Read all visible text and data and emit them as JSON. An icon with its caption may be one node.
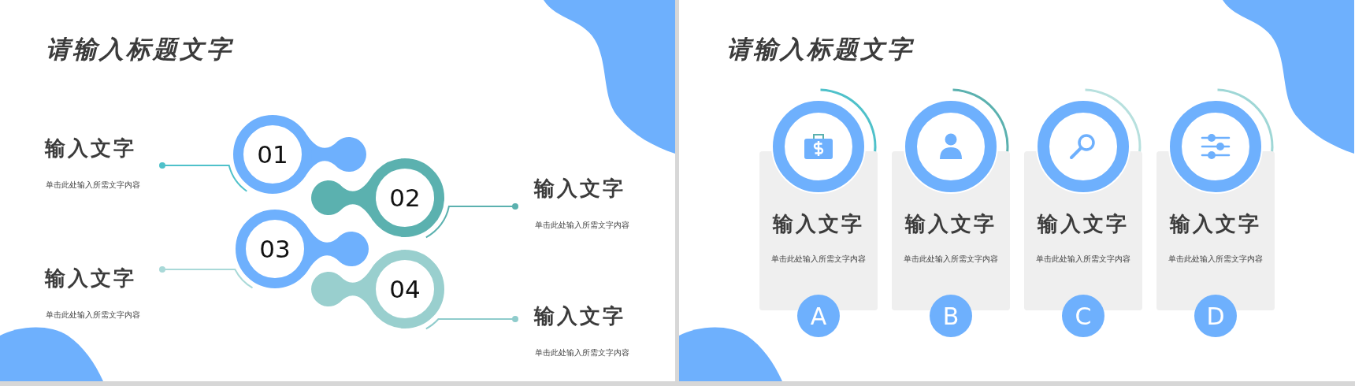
{
  "diagram": {
    "nodes": [
      {
        "text": [
          "输入文字",
          "单击此处输入所需文字内容"
        ]
      },
      {
        "text": [
          "01"
        ]
      },
      {
        "text": [
          "02"
        ]
      },
      {
        "text": [
          "输入文字",
          "单击此处输入所需文字内容"
        ]
      },
      {
        "text": [
          "03"
        ]
      },
      {
        "text": [
          "输入文字",
          "单击此处输入所需文字内容"
        ]
      },
      {
        "text": [
          "04"
        ]
      },
      {
        "text": [
          "输入文字",
          "单击此处输入所需文字内容"
        ]
      },
      {
        "text": [],
        "shape": "circle"
      },
      {
        "text": [],
        "shape": "circle"
      },
      {
        "text": [],
        "shape": "circle"
      },
      {
        "text": [],
        "shape": "circle"
      },
      {
        "text": [
          "输入文字",
          "单击此处输入所需文字内容"
        ]
      },
      {
        "text": [
          "输入文字",
          "单击此处输入所需文字内容"
        ]
      },
      {
        "text": [
          "输入文字",
          "单击此处输入所需文字内容"
        ]
      },
      {
        "text": [
          "输入文字",
          "单击此处输入所需文字内容"
        ]
      },
      {
        "text": [
          "A"
        ]
      },
      {
        "text": [
          "B"
        ]
      },
      {
        "text": [
          "C"
        ]
      },
      {
        "text": [
          "D"
        ]
      }
    ],
    "edges": [
      {
        "from": 0,
        "to": 1,
        "arrow": "other",
        "color": "#4fc1ca"
      },
      {
        "from": 3,
        "to": 2,
        "arrow": "other",
        "color": "#5bb1af"
      },
      {
        "from": 5,
        "to": 4,
        "arrow": "other",
        "color": "#a9d9d8"
      },
      {
        "from": 7,
        "to": 6,
        "arrow": "other",
        "color": "#8fcccc"
      }
    ],
    "labels": [
      "请输入标题文字",
      "请输入标题文字"
    ]
  }
}
